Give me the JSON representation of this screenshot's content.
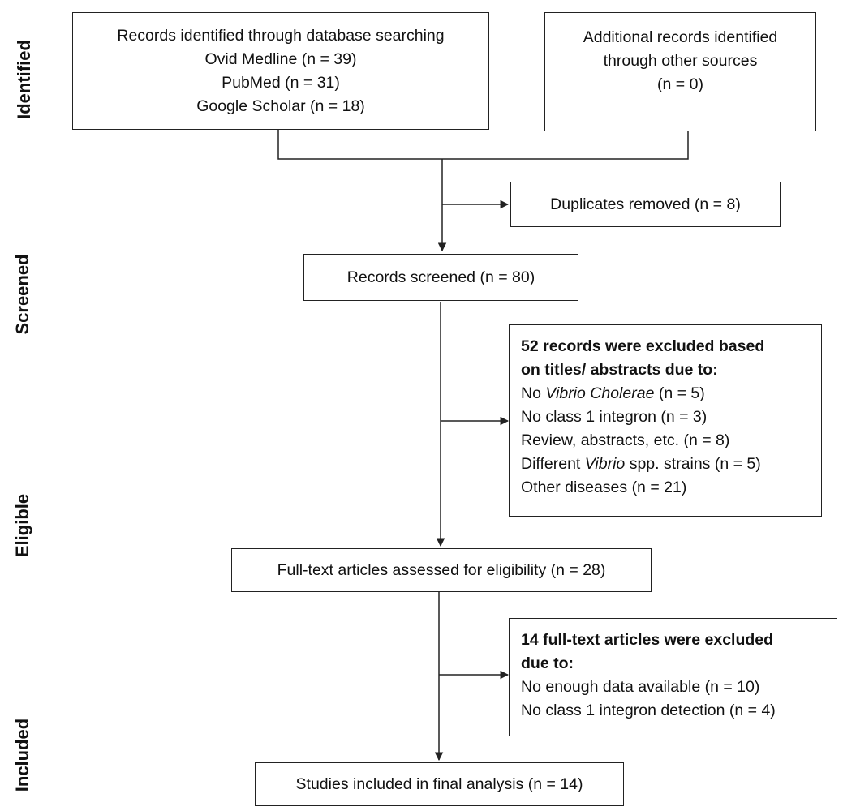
{
  "phases": {
    "identified": "Identified",
    "screened": "Screened",
    "eligible": "Eligible",
    "included": "Included"
  },
  "identification": {
    "database": {
      "heading": "Records identified through database searching",
      "sources": [
        "Ovid Medline (n = 39)",
        "PubMed (n = 31)",
        "Google Scholar (n = 18)"
      ]
    },
    "other": {
      "line1": "Additional records identified",
      "line2": "through other sources",
      "count": "(n = 0)"
    }
  },
  "duplicates": "Duplicates removed (n = 8)",
  "screened": "Records screened (n = 80)",
  "excluded_screening": {
    "heading_line1": "52 records were excluded based",
    "heading_line2": "on titles/ abstracts due to:",
    "reasons": [
      {
        "before": "No ",
        "italic": "Vibrio Cholerae",
        "after": " (n = 5)"
      },
      {
        "before": "No class 1 integron (n = 3)",
        "italic": "",
        "after": ""
      },
      {
        "before": "Review, abstracts, etc. (n = 8)",
        "italic": "",
        "after": ""
      },
      {
        "before": "Different ",
        "italic": "Vibrio",
        "after": " spp. strains (n = 5)"
      },
      {
        "before": "Other diseases (n = 21)",
        "italic": "",
        "after": ""
      }
    ]
  },
  "eligibility": "Full-text articles assessed for eligibility (n = 28)",
  "excluded_fulltext": {
    "heading_line1": "14 full-text articles were excluded",
    "heading_line2": "due to:",
    "reasons": [
      "No enough data available (n = 10)",
      "No class 1 integron detection (n = 4)"
    ]
  },
  "included": "Studies included in final analysis (n = 14)",
  "colors": {
    "line": "#222222",
    "background": "#ffffff"
  }
}
